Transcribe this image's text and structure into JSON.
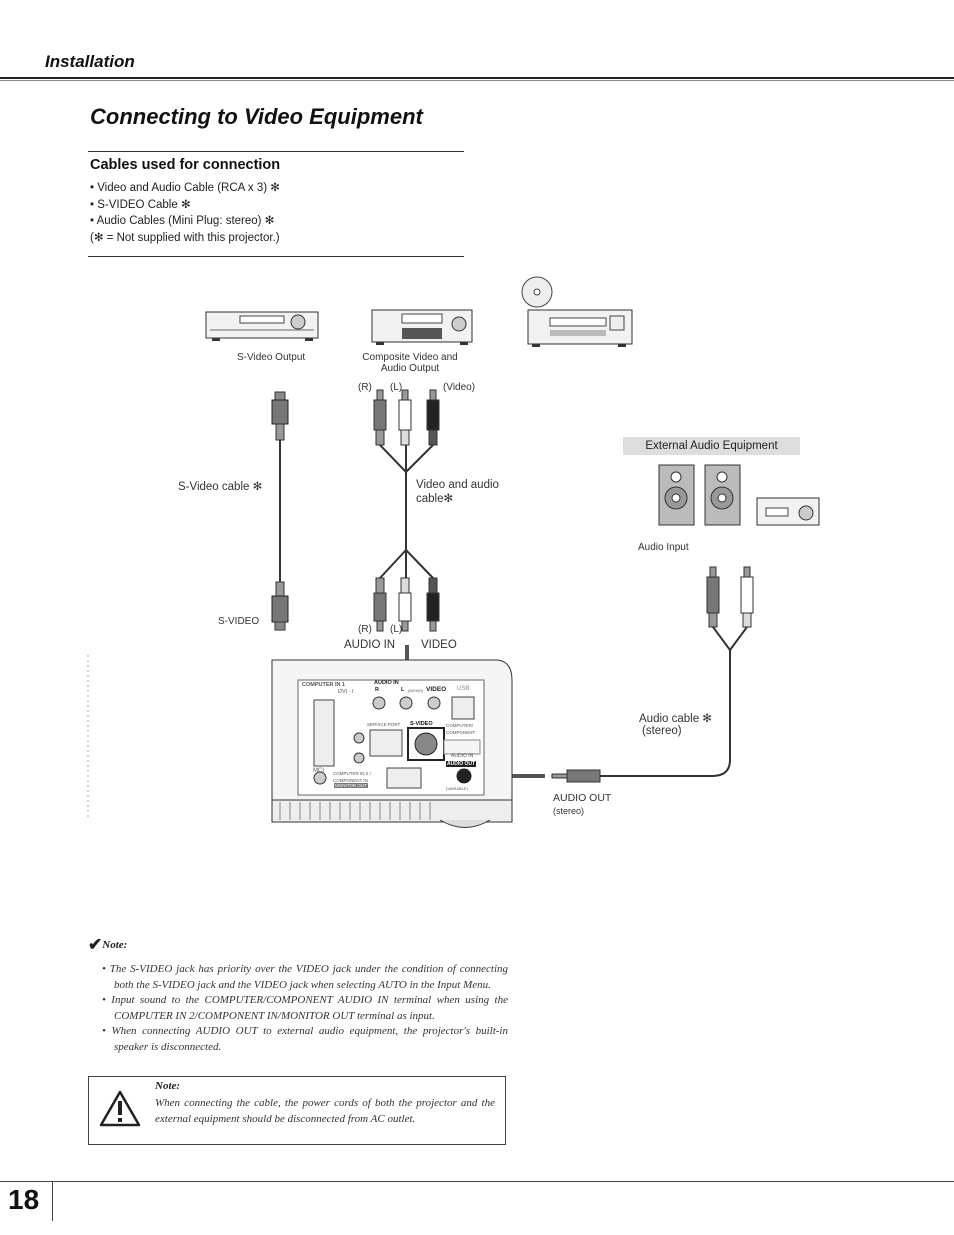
{
  "header": {
    "section": "Installation"
  },
  "title": "Connecting to Video Equipment",
  "cables": {
    "heading": "Cables used for connection",
    "items": [
      "• Video and Audio Cable (RCA x 3) ✻",
      "• S-VIDEO Cable ✻",
      "• Audio Cables (Mini Plug: stereo) ✻",
      "(✻ = Not supplied with this projector.)"
    ]
  },
  "diagram": {
    "svideo_output": "S-Video Output",
    "composite_output_1": "Composite Video and",
    "composite_output_2": "Audio Output",
    "top_r": "(R)",
    "top_l": "(L)",
    "top_video": "(Video)",
    "svideo_cable": "S-Video cable ✻",
    "video_audio_cable_1": "Video and audio",
    "video_audio_cable_2": "cable✻",
    "svideo_jack": "S-VIDEO",
    "bottom_r": "(R)",
    "bottom_l": "(L)",
    "audio_in": "AUDIO IN",
    "video": "VIDEO",
    "external_audio": "External Audio Equipment",
    "audio_input": "Audio Input",
    "audio_cable_1": "Audio cable ✻",
    "audio_cable_2": "(stereo)",
    "audio_out_1": "AUDIO OUT",
    "audio_out_2": "(stereo)",
    "panel": {
      "computer_in_1": "COMPUTER IN 1",
      "dvi": "DVI - I",
      "audio_in": "AUDIO IN",
      "r": "R",
      "l": "L",
      "mono": "(MONO)",
      "video": "VIDEO",
      "usb": "USB",
      "service_port": "SERVICE PORT",
      "s_video": "S-VIDEO",
      "computer_component_1": "COMPUTER/",
      "computer_component_2": "COMPONENT",
      "audio_in_2": "AUDIO IN",
      "mci": "MCI",
      "computer_in_2_1": "COMPUTER IN 2 /",
      "computer_in_2_2": "COMPONENT IN",
      "monitor_out": "MONITOR OUT",
      "audio_out": "AUDIO OUT",
      "variable": "(VARIABLE)"
    }
  },
  "notes": {
    "heading": "Note:",
    "items": [
      "• The S-VIDEO jack has priority over the VIDEO jack under the condition of connecting both the S-VIDEO jack and the VIDEO jack when selecting AUTO in the Input Menu.",
      "• Input sound to the COMPUTER/COMPONENT AUDIO IN terminal when using the COMPUTER IN 2/COMPONENT IN/MONITOR OUT terminal as input.",
      "• When connecting AUDIO OUT to external audio equipment, the projector's built-in speaker is disconnected."
    ]
  },
  "warning": {
    "title": "Note:",
    "text": "When connecting the cable, the power cords of both the projector and the external equipment should be disconnected from AC outlet."
  },
  "page_number": "18"
}
